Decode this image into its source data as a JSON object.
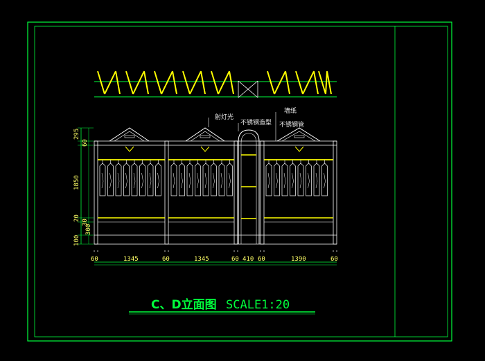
{
  "drawing": {
    "title": "C、D立面图",
    "scale": "SCALE1:20"
  },
  "annotations": {
    "spotlight": "射灯光",
    "stainless_shape": "不锈钢造型",
    "wallpaper": "墙纸",
    "stainless_pipe": "不锈钢管"
  },
  "dims_horizontal": [
    "60",
    "1345",
    "60",
    "1345",
    "60",
    "410",
    "60",
    "1390",
    "60"
  ],
  "dims_vertical": [
    "295",
    "60",
    "1850",
    "20",
    "30",
    "300",
    "100"
  ],
  "colors": {
    "background": "#000000",
    "frame": "#00ff3c",
    "accent": "#ffff00",
    "lines": "#ffffff"
  }
}
